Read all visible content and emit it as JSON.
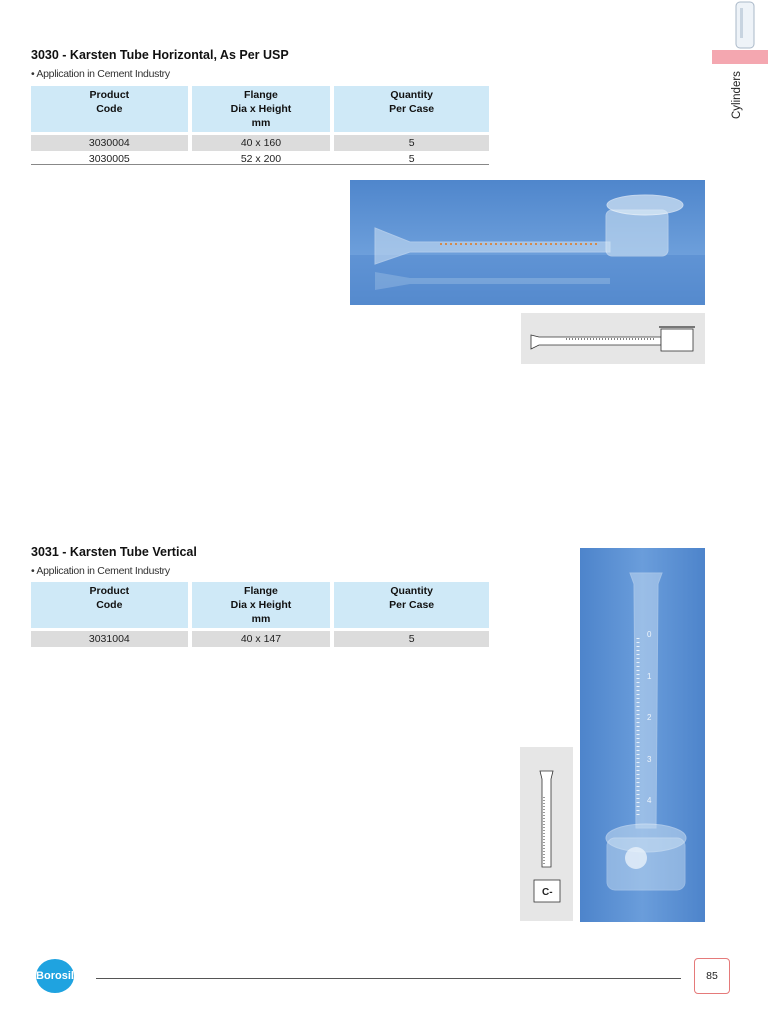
{
  "side_tab": {
    "label": "Cylinders"
  },
  "section1": {
    "title": "3030 - Karsten Tube Horizontal, As Per USP",
    "bullet": "Application in Cement Industry",
    "headers": [
      [
        "Product",
        "Code"
      ],
      [
        "Flange",
        "Dia x Height",
        "mm"
      ],
      [
        "Quantity",
        "Per Case"
      ]
    ],
    "rows": [
      [
        "3030004",
        "40 x 160",
        "5"
      ],
      [
        "3030005",
        "52 x 200",
        "5"
      ]
    ]
  },
  "section2": {
    "title": "3031 - Karsten Tube Vertical",
    "bullet": "Application in Cement Industry",
    "headers": [
      [
        "Product",
        "Code"
      ],
      [
        "Flange",
        "Dia x Height",
        "mm"
      ],
      [
        "Quantity",
        "Per Case"
      ]
    ],
    "rows": [
      [
        "3031004",
        "40 x 147",
        "5"
      ]
    ],
    "scale_marks": [
      "0",
      "1",
      "2",
      "3",
      "4"
    ]
  },
  "footer": {
    "brand": "Borosil",
    "page_number": "85"
  },
  "colors": {
    "header_fill": "#cfe9f7",
    "photo_blue": "#5b8fd0",
    "accent_pink": "#f4a7b0",
    "logo_blue": "#1fa3e0"
  }
}
